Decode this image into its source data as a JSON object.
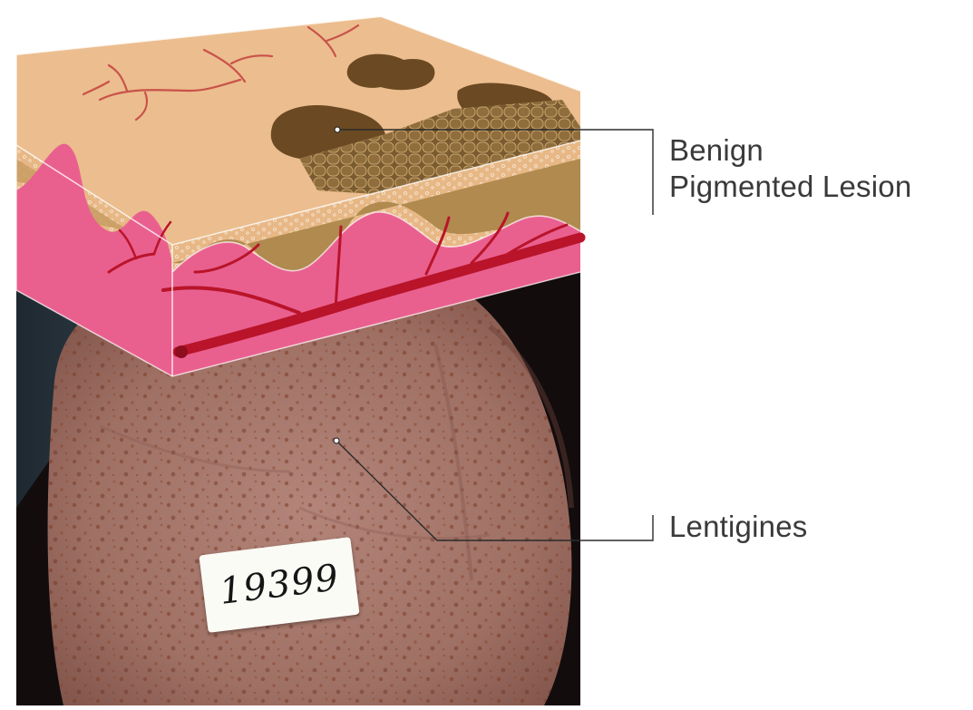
{
  "labels": {
    "benign_line1": "Benign",
    "benign_line2": "Pigmented Lesion",
    "lentigines": "Lentigines"
  },
  "photo_tag": "19399",
  "colors": {
    "epidermis_top": "#e9b98a",
    "dermis_pink": "#e8608f",
    "blood_vessel": "#b9142a",
    "pigment_brown": "#6a4a22",
    "skin_photo": "#a5766a",
    "leader_line": "#2b2b2b",
    "label_text": "#3a3a3a"
  }
}
